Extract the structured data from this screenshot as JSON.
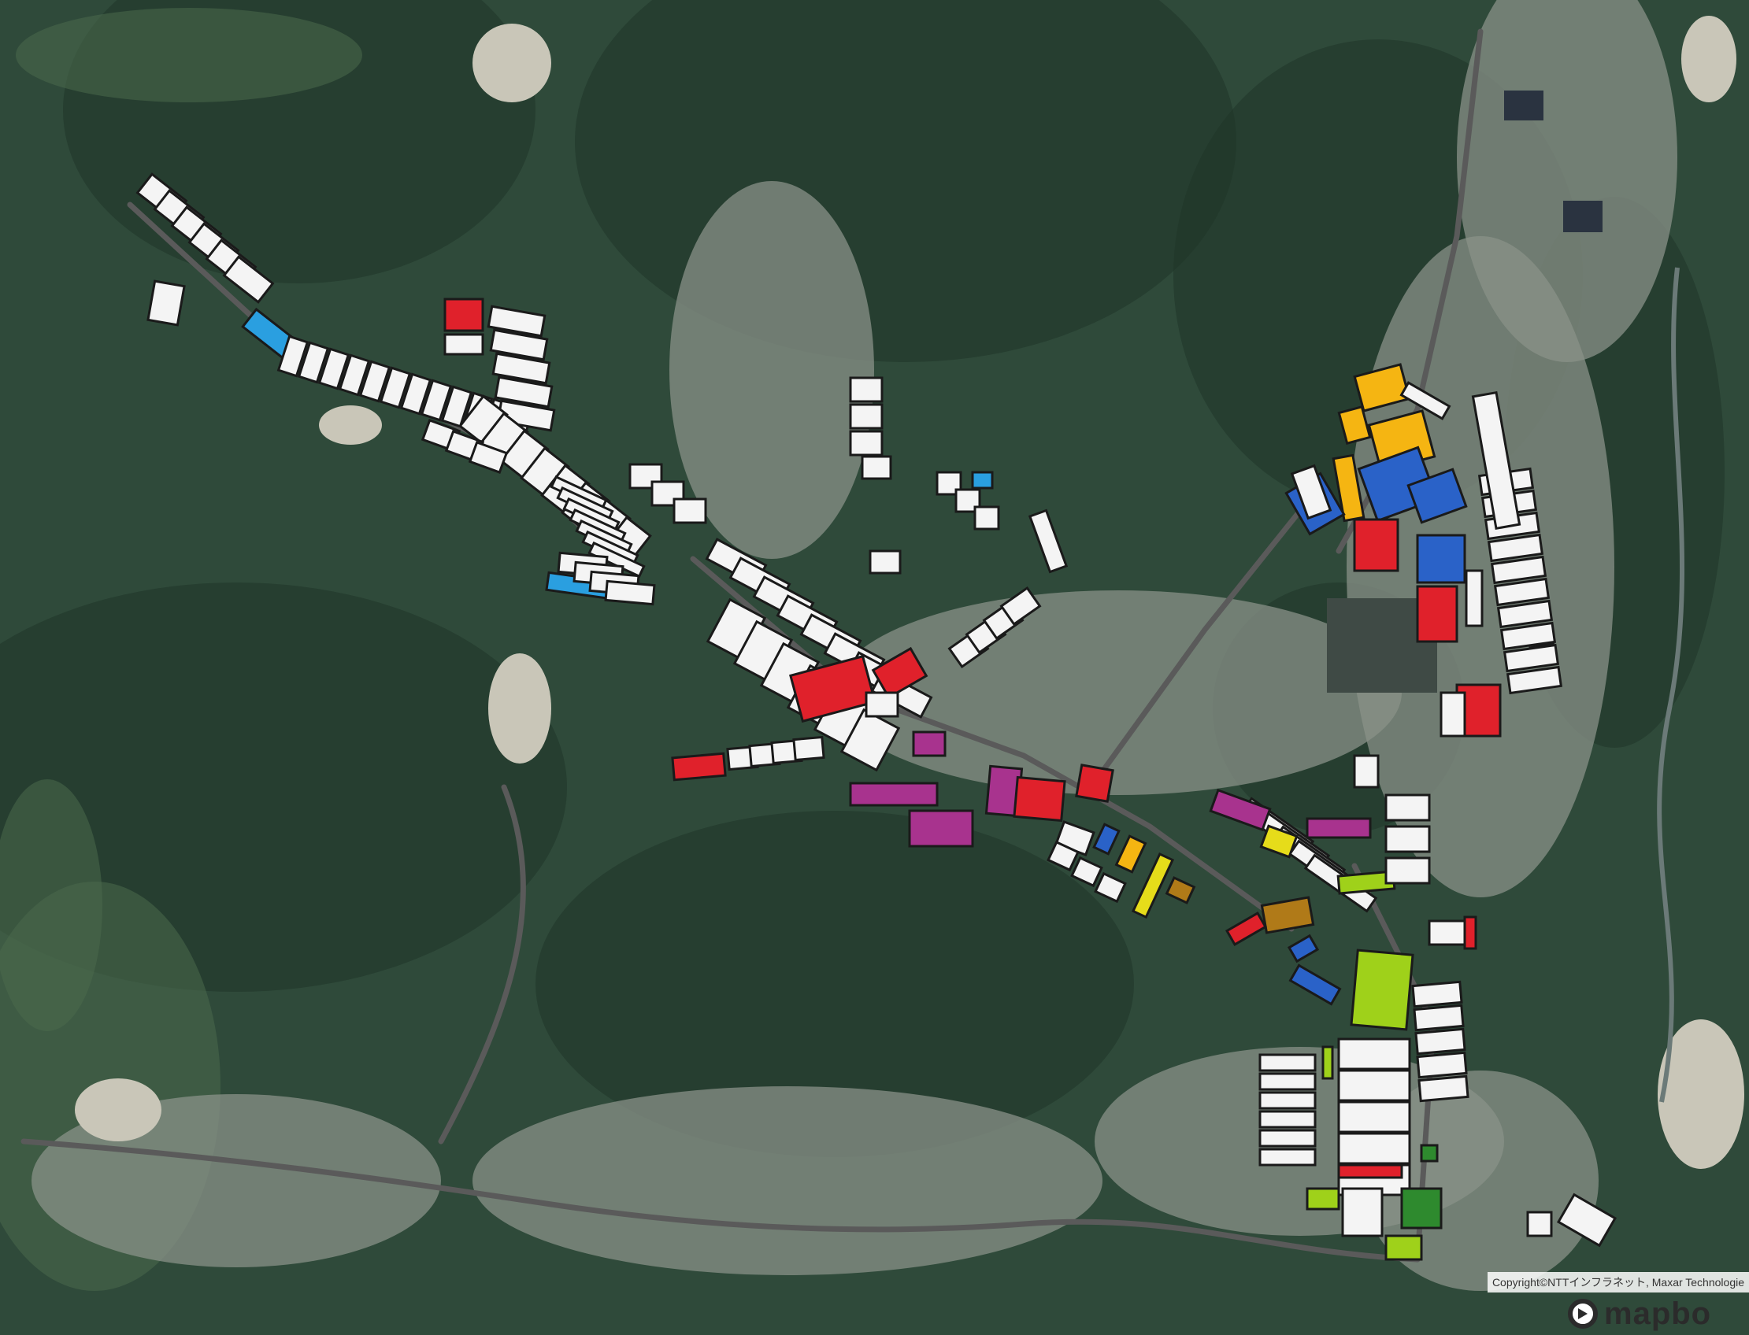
{
  "map": {
    "type": "satellite",
    "provider_logo": "mapbox",
    "attribution": "Copyright©NTTインフラネット, Maxar Technologie",
    "logo_text": "mapbo",
    "colors": {
      "forest": "#2f4a3a",
      "forest_dark": "#1f3528",
      "forest_light": "#4a6a4c",
      "village": "#8a9188",
      "road": "#5a5a5a",
      "field_gray": "#c9c6b8",
      "field_outline": "#1a1a1a",
      "parcel_white": "#f4f4f4",
      "parcel_red": "#e0212b",
      "parcel_blue": "#2a62c8",
      "parcel_sky": "#2a9fe0",
      "parcel_orange": "#f5b512",
      "parcel_yellow": "#e6dc1a",
      "parcel_magenta": "#a8338e",
      "parcel_lime": "#9fd11a",
      "parcel_brown": "#b07a18",
      "parcel_darkgreen": "#2e8a2e"
    }
  }
}
